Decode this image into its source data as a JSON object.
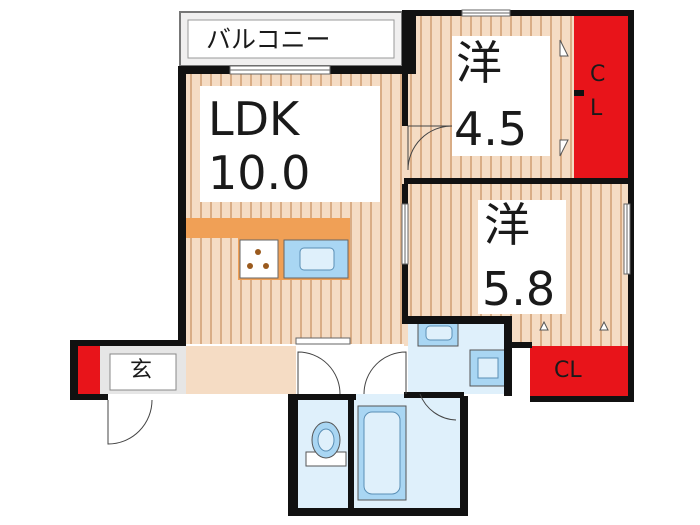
{
  "rooms": {
    "balcony": {
      "label": "バルコニー"
    },
    "ldk": {
      "name": "LDK",
      "size": "10.0"
    },
    "western1": {
      "name": "洋",
      "size": "4.5"
    },
    "western2": {
      "name": "洋",
      "size": "5.8"
    },
    "closet1": {
      "label1": "C",
      "label2": "L"
    },
    "closet2": {
      "label": "CL"
    },
    "entrance": {
      "label": "玄"
    }
  },
  "colors": {
    "floor_wood": "#f3d9c0",
    "floor_stripe": "#d9b08a",
    "wall": "#111111",
    "closet_red": "#e8141a",
    "wet_area": "#dff0fb",
    "fixture_blue": "#a9d6f3",
    "kitchen_counter": "#f0a056",
    "entrance_gray": "#e6e6e6",
    "balcony_gray": "#f0efef"
  }
}
